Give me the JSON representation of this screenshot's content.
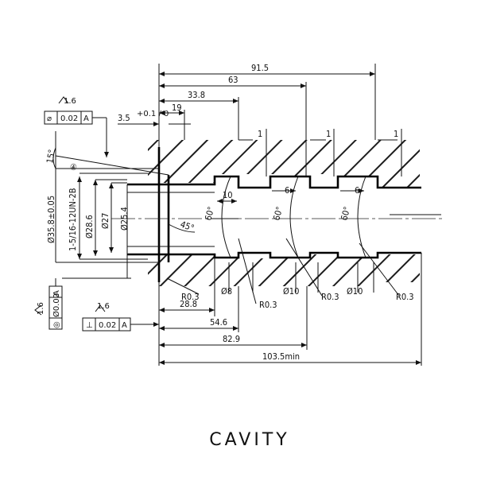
{
  "title": "CAVITY",
  "top_dims": {
    "d1": "91.5",
    "d2": "63",
    "d3": "33.8",
    "d4": "19",
    "d5": "3.5",
    "d5_tol": "+0.1 / 0",
    "gap1": "1",
    "gap2": "1",
    "gap3": "1"
  },
  "inner_dims": {
    "w1": "10",
    "w2": "6",
    "w3": "6",
    "a1": "60°",
    "a2": "60°",
    "a3": "60°",
    "a4": "45°"
  },
  "left_dims": {
    "ang": "15°",
    "dia1": "Ø35.8±0.05",
    "thread": "1-5/16-12UN-2B",
    "dia2": "Ø28.6",
    "dia3": "Ø27",
    "dia4": "Ø25.4",
    "mark": "④"
  },
  "bottom_dims": {
    "r1": "R0.3",
    "r2": "R0.3",
    "r3": "R0.3",
    "r4": "R0.3",
    "l1": "28.8",
    "l2": "54.6",
    "l3": "82.9",
    "l4": "103.5min",
    "p1": "Ø8",
    "p2": "Ø10",
    "p3": "Ø10"
  },
  "gdt": {
    "frame1": {
      "surface": "1.6",
      "symbol": "⌀",
      "value": "0.02",
      "datum": "A"
    },
    "frame2": {
      "surface": "1.6",
      "symbol": "◎",
      "value": "Ø0.02",
      "datum": "A"
    },
    "frame3": {
      "surface": "1.6",
      "symbol": "⊥",
      "value": "0.02",
      "datum": "A"
    }
  }
}
